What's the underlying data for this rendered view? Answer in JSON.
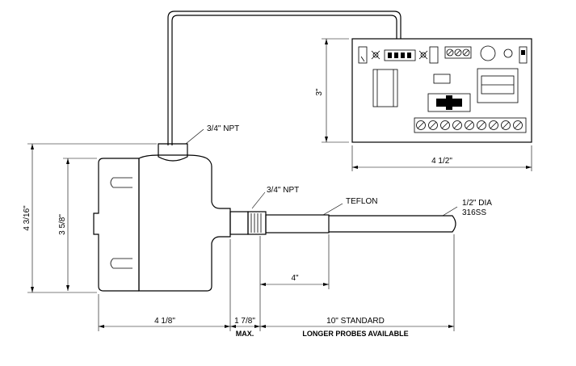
{
  "diagram": {
    "labels": {
      "npt_top": "3/4\" NPT",
      "npt_probe": "3/4\" NPT",
      "teflon": "TEFLON",
      "probe_dia": "1/2\" DIA",
      "probe_material": "316SS",
      "height_overall": "4 3/16\"",
      "height_body": "3 5/8\"",
      "board_height": "3\"",
      "board_width": "4 1/2\"",
      "teflon_length": "4\"",
      "body_width": "4 1/8\"",
      "fitting_length": "1 7/8\"",
      "fitting_max": "MAX.",
      "probe_length": "10\" STANDARD",
      "probe_note": "LONGER PROBES AVAILABLE"
    }
  }
}
